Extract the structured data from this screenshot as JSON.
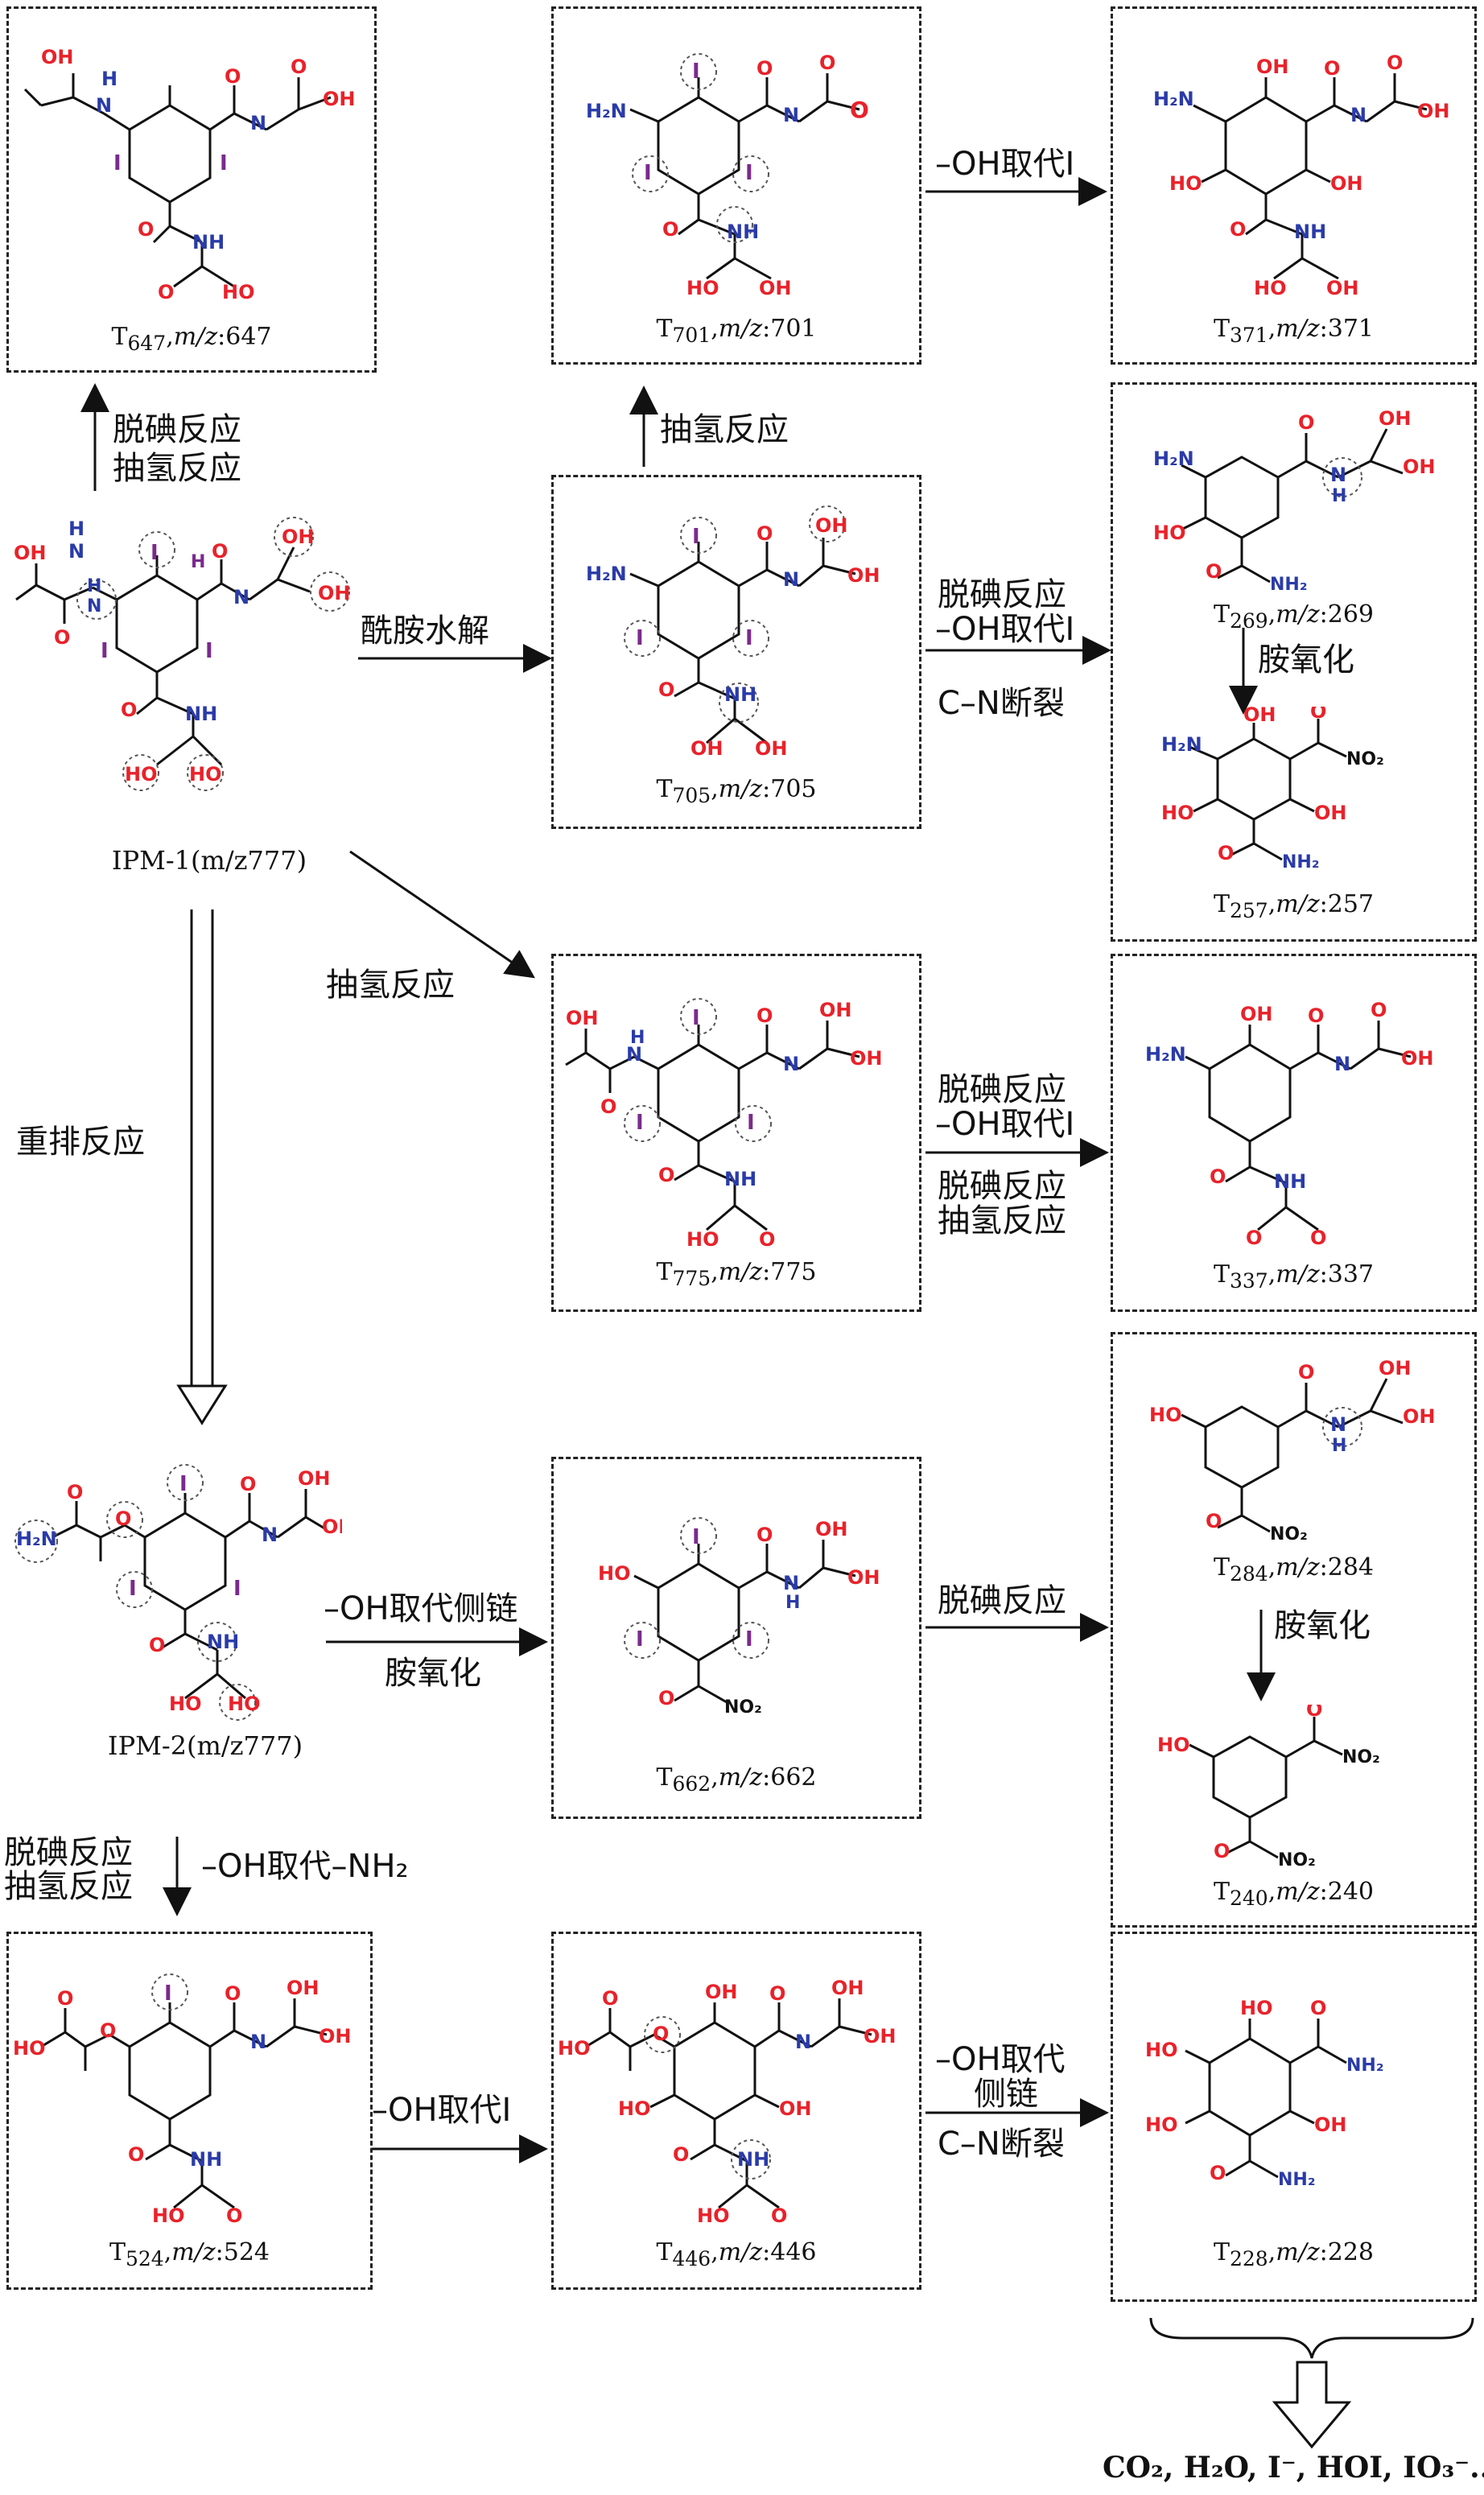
{
  "colors": {
    "oxygen": "#e8222a",
    "nitrogen": "#2a3ba8",
    "iodine": "#7a2a8c",
    "bond": "#111111"
  },
  "nodes": {
    "t647": {
      "sub": "647",
      "mz": "647"
    },
    "t701": {
      "sub": "701",
      "mz": "701"
    },
    "t371": {
      "sub": "371",
      "mz": "371"
    },
    "t705": {
      "sub": "705",
      "mz": "705"
    },
    "t269": {
      "sub": "269",
      "mz": "269"
    },
    "t257": {
      "sub": "257",
      "mz": "257"
    },
    "t775": {
      "sub": "775",
      "mz": "775"
    },
    "t337": {
      "sub": "337",
      "mz": "337"
    },
    "t284": {
      "sub": "284",
      "mz": "284"
    },
    "t240": {
      "sub": "240",
      "mz": "240"
    },
    "t662": {
      "sub": "662",
      "mz": "662"
    },
    "t524": {
      "sub": "524",
      "mz": "524"
    },
    "t446": {
      "sub": "446",
      "mz": "446"
    },
    "t228": {
      "sub": "228",
      "mz": "228"
    },
    "ipm1": {
      "label": "IPM-1(m/z777)"
    },
    "ipm2": {
      "label": "IPM-2(m/z777)"
    }
  },
  "reactions": {
    "r1a": "脱碘反应",
    "r1b": "抽氢反应",
    "r2": "抽氢反应",
    "r3": "–OH取代I",
    "r4": "酰胺水解",
    "r5a": "脱碘反应",
    "r5b": "–OH取代I",
    "r5c": "C–N断裂",
    "r6": "胺氧化",
    "r7": "抽氢反应",
    "r8a": "脱碘反应",
    "r8b": "–OH取代I",
    "r8c": "脱碘反应",
    "r8d": "抽氢反应",
    "r9": "重排反应",
    "r10a": "–OH取代侧链",
    "r10b": "胺氧化",
    "r11": "脱碘反应",
    "r12": "胺氧化",
    "r13a": "脱碘反应",
    "r13b": "抽氢反应",
    "r13c": "–OH取代–NH₂",
    "r14": "–OH取代I",
    "r15a": "–OH取代",
    "r15b": "侧链",
    "r15c": "C–N断裂"
  },
  "final_products": "CO₂, H₂O, I⁻, HOI, IO₃⁻......"
}
